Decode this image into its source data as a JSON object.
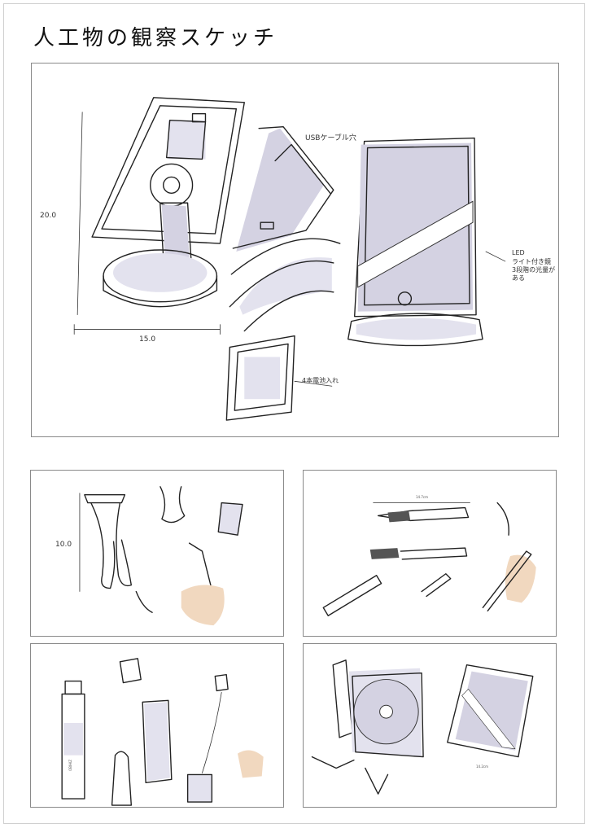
{
  "title": "人工物の観察スケッチ",
  "main_panel": {
    "dimension_height": "20.0",
    "dimension_width": "15.0",
    "usb_note": "USBケーブル穴",
    "led_note": [
      "LED",
      "ライト付き鏡",
      "3段階の光量が",
      "ある"
    ],
    "battery_note": "4本電池入れ"
  },
  "eyelash_panel": {
    "dimension": "10.0"
  },
  "pen_panel": {
    "dimension": "14.7cm"
  },
  "bottle_panel": {
    "bottle_text": "OBIHIZ"
  },
  "cd_panel": {
    "dimension_right": "14.2cm"
  },
  "colors": {
    "shade": "#d4d2e2",
    "line": "#222222",
    "warm": "#f1d8bf"
  }
}
